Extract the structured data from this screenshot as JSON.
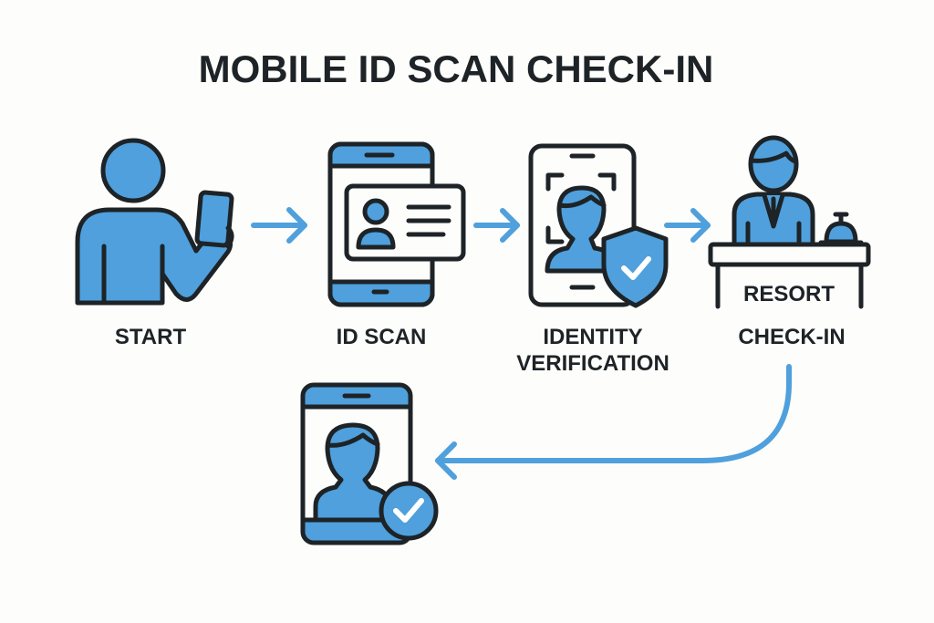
{
  "title": "MOBILE ID SCAN CHECK-IN",
  "steps": [
    {
      "label": "START",
      "icon": "person-with-phone-icon"
    },
    {
      "label": "ID SCAN",
      "icon": "phone-id-card-icon"
    },
    {
      "label_line1": "IDENTITY",
      "label_line2": "VERIFICATION",
      "icon": "face-verification-shield-icon"
    },
    {
      "label": "CHECK-IN",
      "sign": "RESORT",
      "icon": "resort-reception-desk-icon"
    },
    {
      "icon": "phone-verified-user-icon"
    }
  ],
  "colors": {
    "accent": "#4fa0dc",
    "outline": "#1d2327",
    "background": "#fdfdfb"
  }
}
